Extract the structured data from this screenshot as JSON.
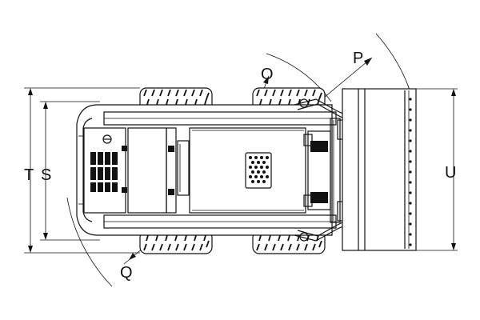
{
  "labels": {
    "O": "O",
    "P": "P",
    "Q": "Q",
    "S": "S",
    "T": "T",
    "U": "U"
  },
  "colors": {
    "line": "#111111",
    "background": "#ffffff"
  }
}
